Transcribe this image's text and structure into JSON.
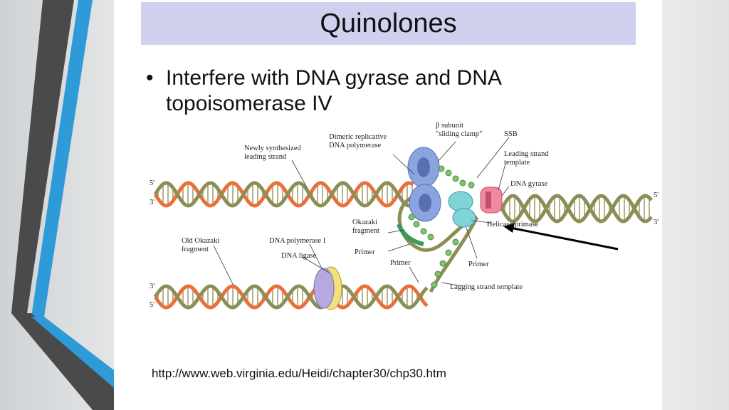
{
  "slide": {
    "title": "Quinolones",
    "bullet": "Interfere with DNA gyrase and DNA topoisomerase IV",
    "source_url": "http://www.web.virginia.edu/Heidi/chapter30/chp30.htm"
  },
  "diagram": {
    "labels": {
      "newly_synth_1": "Newly synthesized",
      "newly_synth_2": "leading strand",
      "dimeric_1": "Dimeric replicative",
      "dimeric_2": "DNA polymerase",
      "beta_1": "β subunit",
      "beta_2": "\"sliding clamp\"",
      "ssb": "SSB",
      "leading_tmpl_1": "Leading strand",
      "leading_tmpl_2": "template",
      "gyrase": "DNA gyrase",
      "okazaki_1": "Okazaki",
      "okazaki_2": "fragment",
      "old_okazaki_1": "Old Okazaki",
      "old_okazaki_2": "fragment",
      "pol1": "DNA polymerase I",
      "ligase": "DNA ligase",
      "primer_a": "Primer",
      "primer_b": "Primer",
      "primer_c": "Primer",
      "helicase": "Helicase/primase",
      "lagging_tmpl": "Lagging strand template",
      "five_prime": "5'",
      "three_prime": "3'"
    }
  },
  "colors": {
    "slide_bg": "#ffffff",
    "title_bar": "#cfd1ee",
    "deco_blue": "#2e9ad8",
    "deco_dark": "#4a4a4a",
    "strand_orange": "#e8703a",
    "strand_olive": "#8a8f55",
    "polymerase_blue": "#8aa4e0",
    "gyrase_pink": "#f08aa0",
    "helicase_cyan": "#7fd4d8",
    "ligase_yellow": "#f3e07a",
    "ssb_green": "#7fc36b"
  }
}
